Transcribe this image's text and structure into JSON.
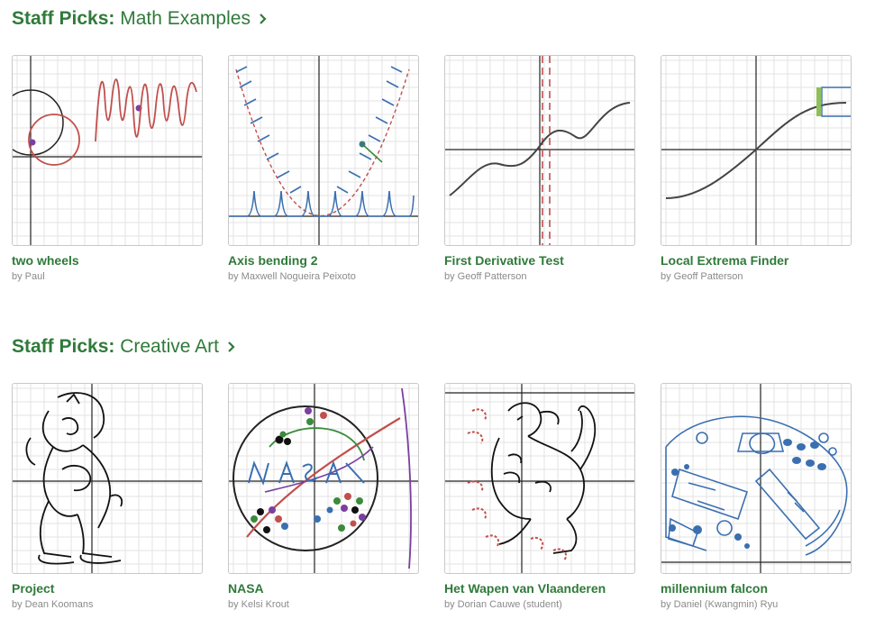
{
  "sections": [
    {
      "title_strong": "Staff Picks:",
      "title_light": "Math Examples",
      "cards": [
        {
          "title": "two wheels",
          "author": "by Paul"
        },
        {
          "title": "Axis bending 2",
          "author": "by Maxwell Nogueira Peixoto"
        },
        {
          "title": "First Derivative Test",
          "author": "by Geoff Patterson"
        },
        {
          "title": "Local Extrema Finder",
          "author": "by Geoff Patterson"
        }
      ]
    },
    {
      "title_strong": "Staff Picks:",
      "title_light": "Creative Art",
      "cards": [
        {
          "title": "Project",
          "author": "by Dean Koomans"
        },
        {
          "title": "NASA",
          "author": "by Kelsi Krout"
        },
        {
          "title": "Het Wapen van Vlaanderen",
          "author": "by Dorian Cauwe (student)"
        },
        {
          "title": "millennium falcon",
          "author": "by Daniel (Kwangmin) Ryu"
        }
      ]
    }
  ],
  "colors": {
    "accent_green": "#2f7a3a",
    "graph_red": "#c0504d",
    "graph_blue": "#3a6fb0",
    "graph_purple": "#7a3fa0",
    "graph_green": "#3c8a3c"
  },
  "icons": {
    "section_link": "chevron-right-icon"
  }
}
